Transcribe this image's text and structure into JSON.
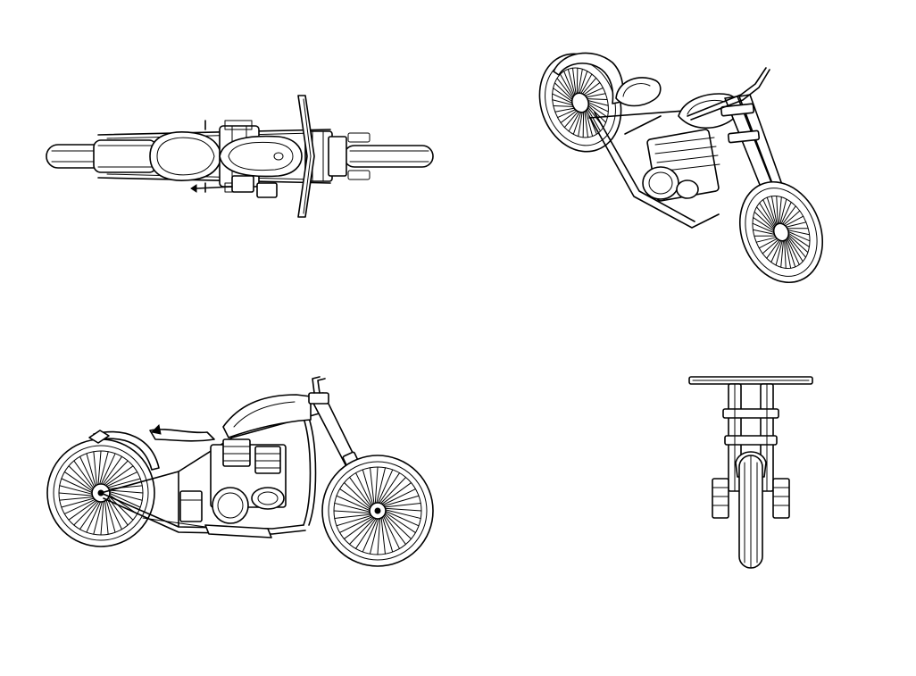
{
  "drawing": {
    "subject": "motorcycle",
    "views": [
      {
        "id": "top",
        "position": "top-left"
      },
      {
        "id": "isometric",
        "position": "top-right"
      },
      {
        "id": "side",
        "position": "bottom-left"
      },
      {
        "id": "front",
        "position": "bottom-right"
      }
    ],
    "wheel": {
      "spoke_count": 36
    },
    "colors": {
      "line": "#000000",
      "background": "#ffffff"
    }
  }
}
